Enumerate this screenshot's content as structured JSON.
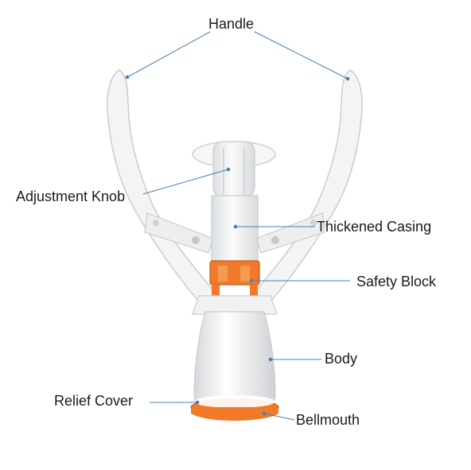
{
  "labels": {
    "handle": "Handle",
    "adjustment_knob": "Adjustment Knob",
    "thickened_casing": "Thickened Casing",
    "safety_block": "Safety Block",
    "body": "Body",
    "relief_cover": "Relief Cover",
    "bellmouth": "Bellmouth"
  },
  "colors": {
    "device_white": "#f3f3f3",
    "device_shadow": "#d9dbdd",
    "accent_orange": "#f07a2a",
    "leader_line": "#4a7fb5"
  }
}
